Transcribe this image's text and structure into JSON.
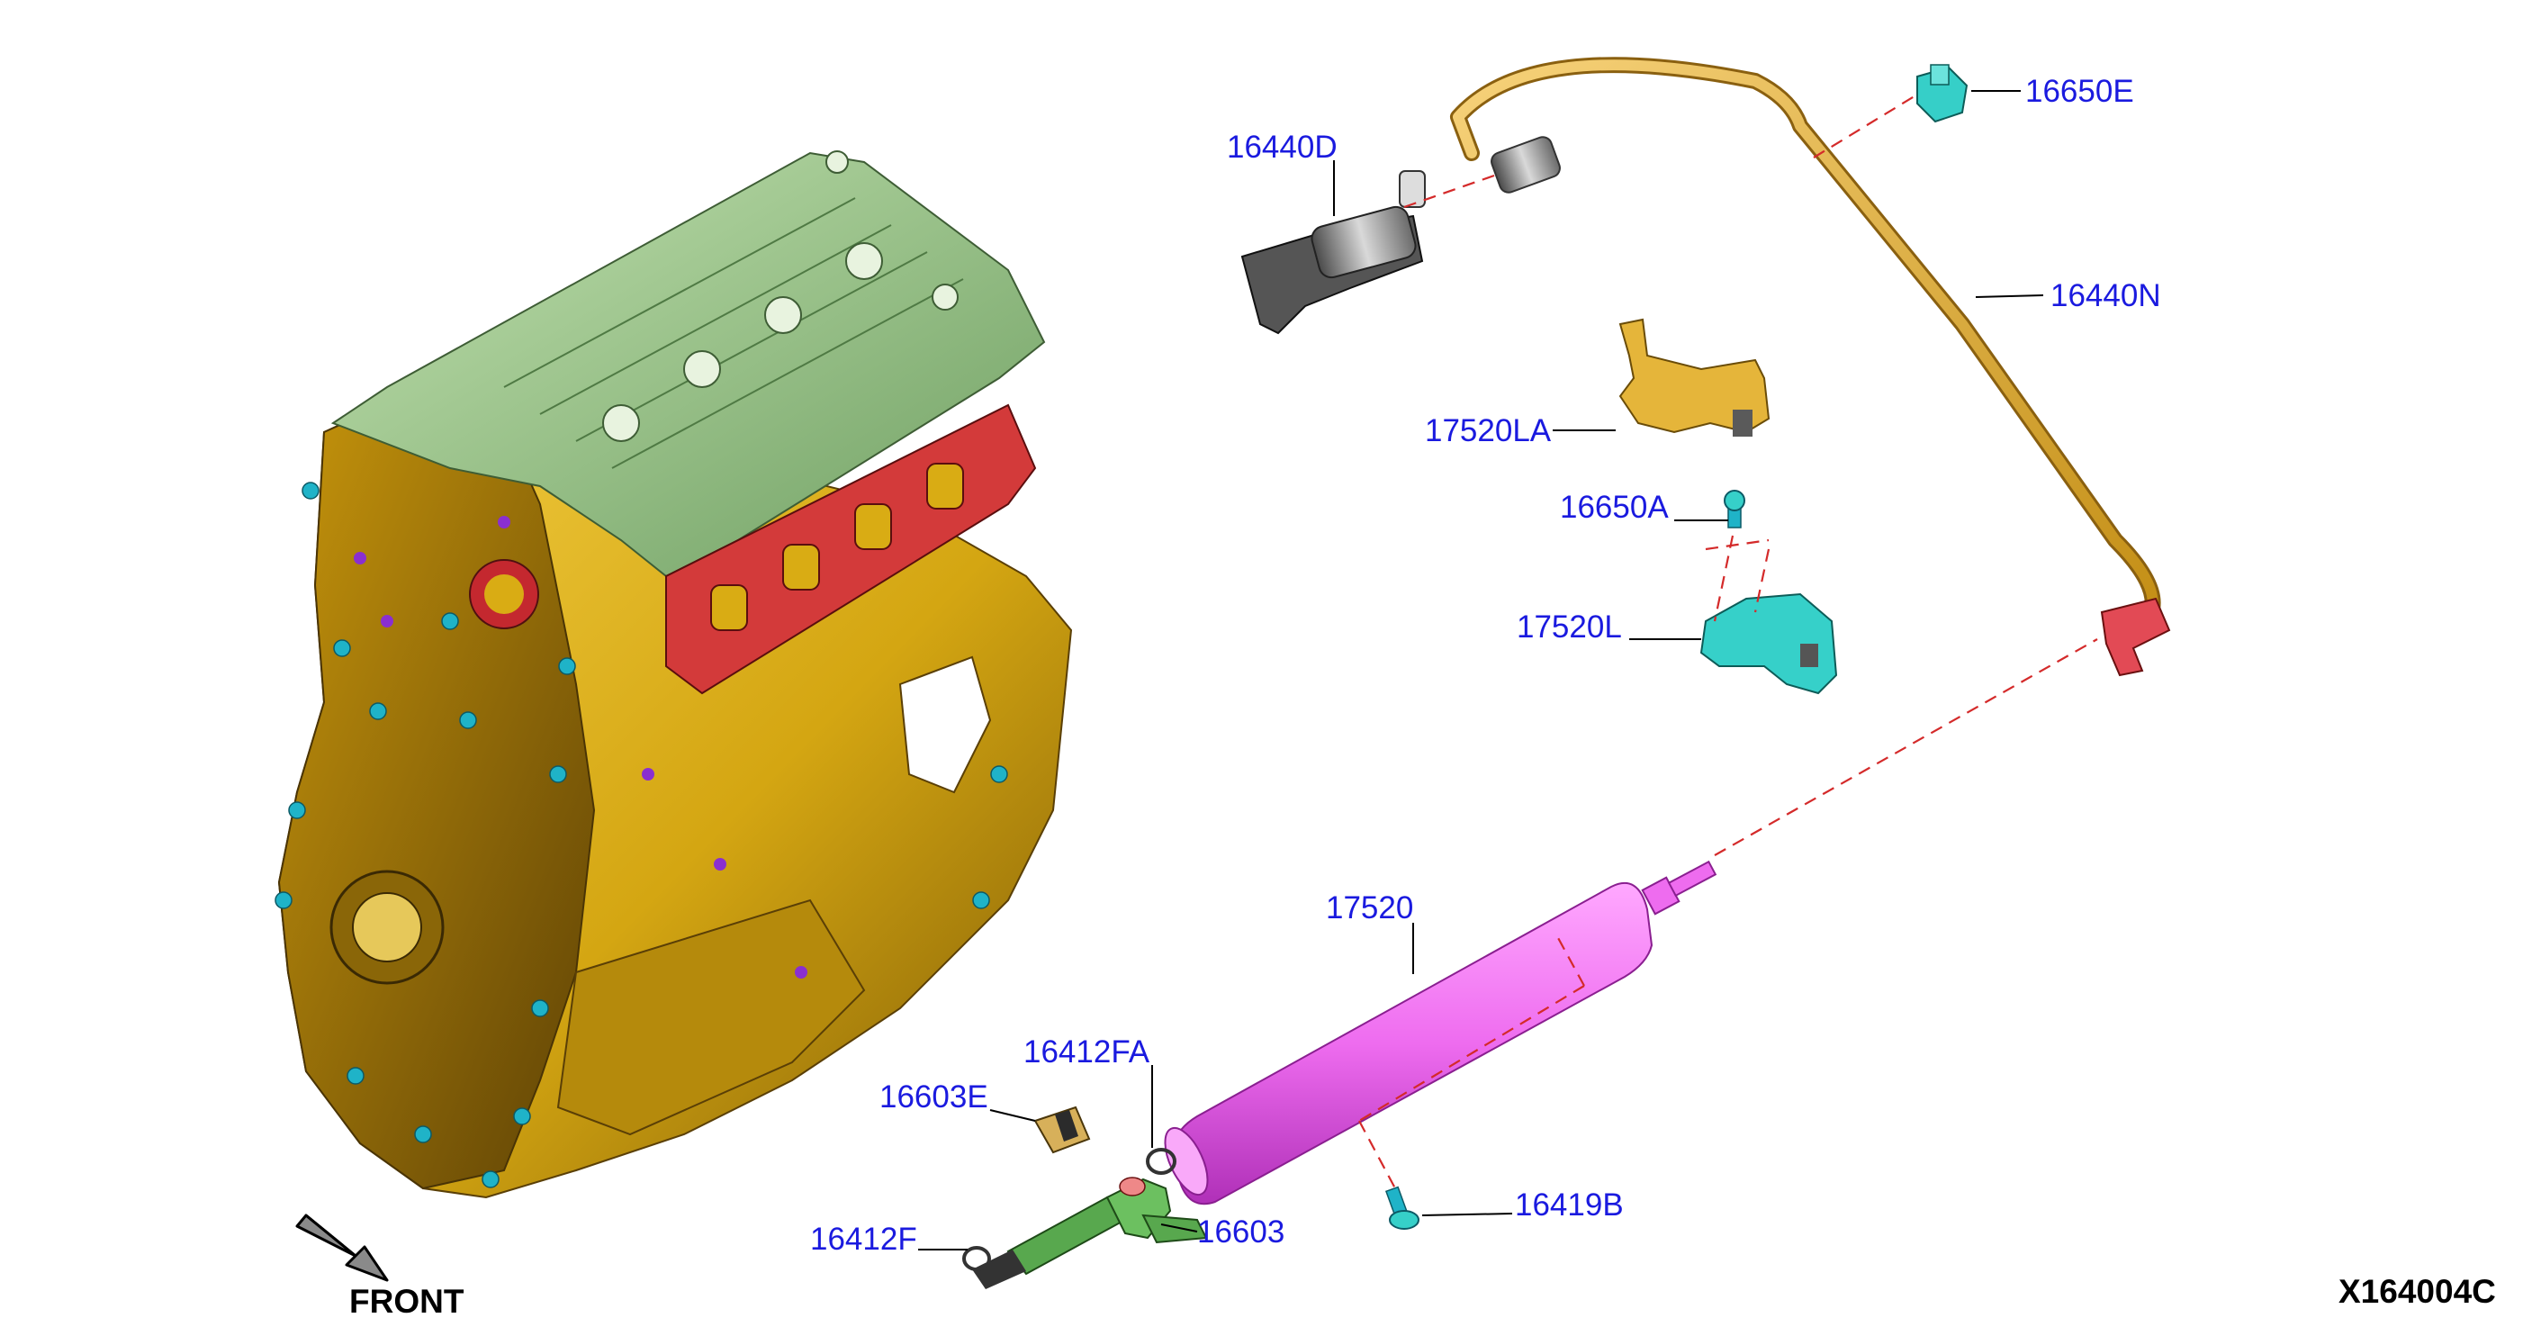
{
  "colors": {
    "label": "#1a1adf",
    "engine_block": "#d9ac14",
    "cylinder_head_cover": "#9ec98a",
    "manifold_gasket": "#d33a3a",
    "fuel_rail": "#ee6cef",
    "fuel_tube": "#e3b234",
    "bracket_17520LA": "#e5b53a",
    "bracket_17520L": "#36d0c9",
    "injector": "#58a84e",
    "fastener": "#1fb3c8",
    "dashed_leader": "#d42a2a"
  },
  "labels": {
    "p16440D": "16440D",
    "p16650E": "16650E",
    "p16440N": "16440N",
    "p17520LA": "17520LA",
    "p16650A": "16650A",
    "p17520L": "17520L",
    "p17520": "17520",
    "p16412FA": "16412FA",
    "p16603E": "16603E",
    "p16412F": "16412F",
    "p16603": "16603",
    "p16419B": "16419B"
  },
  "orientation": {
    "label": "FRONT",
    "icon": "front-arrow-icon"
  },
  "figure_code": "X164004C"
}
